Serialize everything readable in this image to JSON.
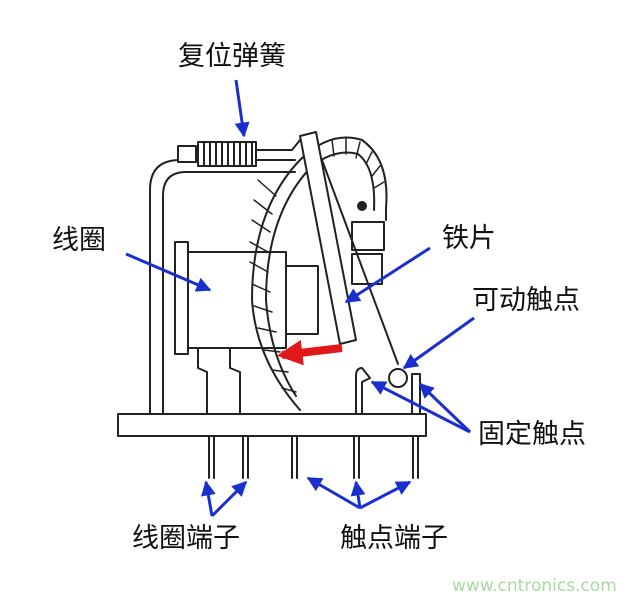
{
  "labels": {
    "return_spring": "复位弹簧",
    "coil": "线圈",
    "armature": "铁片",
    "movable_contact": "可动触点",
    "fixed_contact": "固定触点",
    "coil_terminals": "线圈端子",
    "contact_terminals": "触点端子"
  },
  "watermark": "www.cntronics.com",
  "colors": {
    "line": "#222222",
    "pointer_arrow": "#1a2fd0",
    "force_arrow": "#e01818",
    "watermark": "#a8d9a0"
  }
}
